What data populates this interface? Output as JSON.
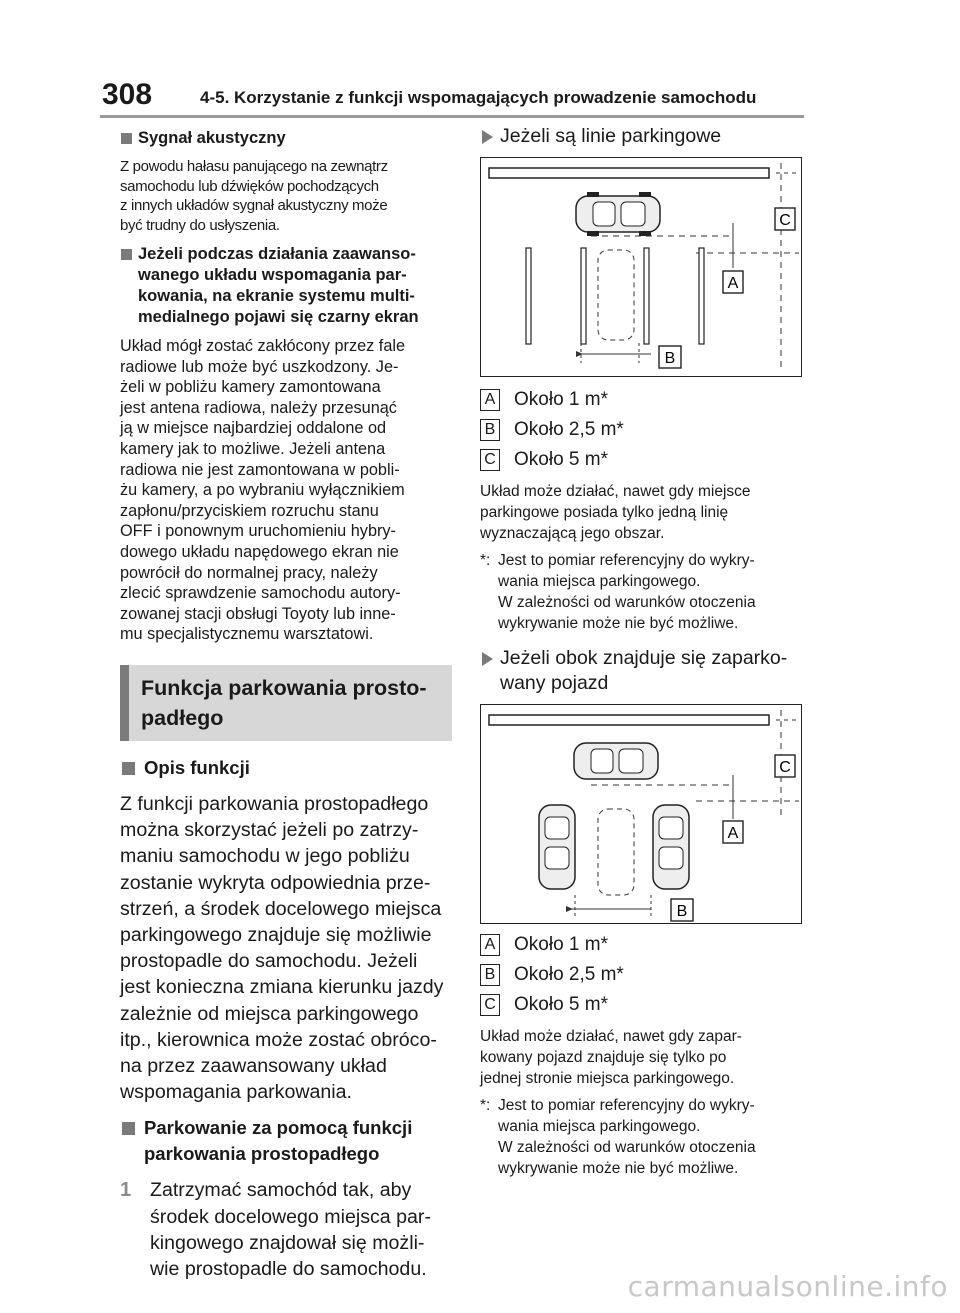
{
  "header": {
    "page_number": "308",
    "title": "4-5. Korzystanie z funkcji wspomagających prowadzenie samochodu"
  },
  "left": {
    "sygnal_head": "Sygnał akustyczny",
    "sygnal_text": [
      "Z powodu hałasu panującego na zewnątrz",
      "samochodu lub dźwięków pochodzących",
      "z innych układów sygnał akustyczny może",
      "być trudny do usłyszenia."
    ],
    "black_head": [
      "Jeżeli podczas działania zaawanso-",
      "wanego układu wspomagania par-",
      "kowania, na ekranie systemu multi-",
      "medialnego pojawi się czarny ekran"
    ],
    "black_text": [
      "Układ mógł zostać zakłócony przez fale",
      "radiowe lub może być uszkodzony. Je-",
      "żeli w pobliżu kamery zamontowana",
      "jest antena radiowa, należy przesunąć",
      "ją w miejsce najbardziej oddalone od",
      "kamery jak to możliwe. Jeżeli antena",
      "radiowa nie jest zamontowana w pobli-",
      "żu kamery, a po wybraniu wyłącznikiem",
      "zapłonu/przyciskiem rozruchu stanu",
      "OFF i ponownym uruchomieniu hybry-",
      "dowego układu napędowego ekran nie",
      "powrócił do normalnej pracy, należy",
      "zlecić sprawdzenie samochodu autory-",
      "zowanej stacji obsługi Toyoty lub inne-",
      "mu specjalistycznemu warsztatowi."
    ],
    "section_title": [
      "Funkcja parkowania prosto-",
      "padłego"
    ],
    "opis_head": "Opis funkcji",
    "opis_text": [
      "Z funkcji parkowania prostopadłego",
      "można skorzystać jeżeli po zatrzy-",
      "maniu samochodu w jego pobliżu",
      "zostanie wykryta odpowiednia prze-",
      "strzeń, a środek docelowego miejsca",
      "parkingowego znajduje się możliwie",
      "prostopadle do samochodu. Jeżeli",
      "jest konieczna zmiana kierunku jazdy",
      "zależnie od miejsca parkingowego",
      "itp., kierownica może zostać obróco-",
      "na przez zaawansowany układ",
      "wspomagania parkowania."
    ],
    "park_head": [
      "Parkowanie za pomocą funkcji",
      "parkowania prostopadłego"
    ],
    "step1_num": "1",
    "step1_text": [
      "Zatrzymać samochód tak, aby",
      "środek docelowego miejsca par-",
      "kingowego znajdował się możli-",
      "wie prostopadle do samochodu."
    ]
  },
  "right": {
    "case1_head": "Jeżeli są linie parkingowe",
    "case1_legend": [
      {
        "key": "A",
        "text": "Około 1 m*"
      },
      {
        "key": "B",
        "text": "Około 2,5 m*"
      },
      {
        "key": "C",
        "text": "Około 5 m*"
      }
    ],
    "case1_note": [
      "Układ może działać, nawet gdy miejsce",
      "parkingowe posiada tylko jedną linię",
      "wyznaczającą jego obszar."
    ],
    "case1_foot_star": "*:",
    "case1_foot": [
      "Jest to pomiar referencyjny do wykry-",
      "wania miejsca parkingowego.",
      "W zależności od warunków otoczenia",
      "wykrywanie może nie być możliwe."
    ],
    "case2_head": [
      "Jeżeli obok znajduje się zaparko-",
      "wany pojazd"
    ],
    "case2_legend": [
      {
        "key": "A",
        "text": "Około 1 m*"
      },
      {
        "key": "B",
        "text": "Około 2,5 m*"
      },
      {
        "key": "C",
        "text": "Około 5 m*"
      }
    ],
    "case2_note": [
      "Układ może działać, nawet gdy zapar-",
      "kowany pojazd znajduje się tylko po",
      "jednej stronie miejsca parkingowego."
    ],
    "case2_foot_star": "*:",
    "case2_foot": [
      "Jest to pomiar referencyjny do wykry-",
      "wania miejsca parkingowego.",
      "W zależności od warunków otoczenia",
      "wykrywanie może nie być możliwe."
    ],
    "diagram_labels": {
      "a": "A",
      "b": "B",
      "c": "C"
    }
  },
  "watermark": "carmanualsonline.info"
}
